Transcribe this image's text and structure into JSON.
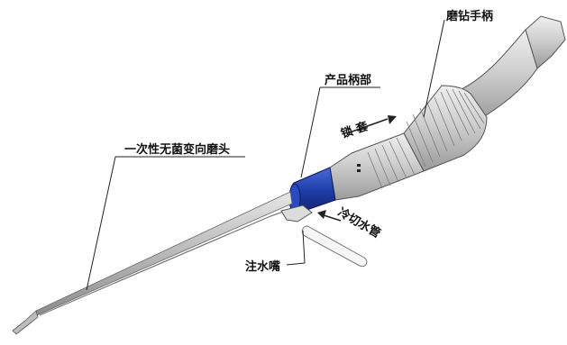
{
  "labels": {
    "handpiece": "磨钻手柄",
    "product_handle": "产品柄部",
    "lock_sleeve": "锁 套",
    "disposable_bur": "一次性无菌变向磨头",
    "cooling_tube": "冷切水管",
    "water_nozzle": "注水嘴"
  },
  "colors": {
    "handle_blue": "#1f3fa8",
    "body_gray": "#c9c9c9",
    "outline": "#555555"
  }
}
